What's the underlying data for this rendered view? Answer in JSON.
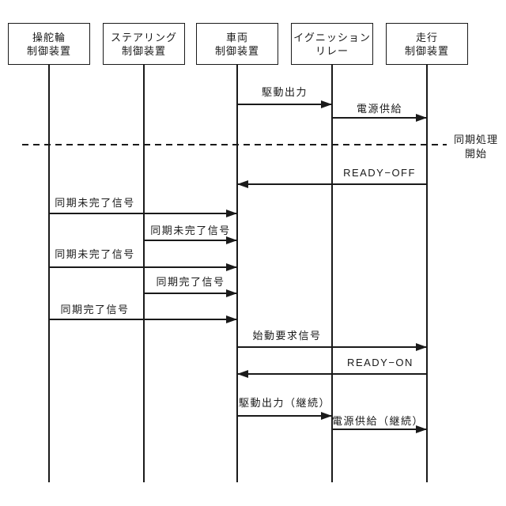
{
  "diagram": {
    "type": "sequence-diagram",
    "background_color": "#ffffff",
    "line_color": "#1a1a1a",
    "actors": [
      {
        "id": "steering-wheel-control-unit",
        "line1": "操舵輪",
        "line2": "制御装置"
      },
      {
        "id": "steering-control-unit",
        "line1": "ステアリング",
        "line2": "制御装置"
      },
      {
        "id": "vehicle-control-unit",
        "line1": "車両",
        "line2": "制御装置"
      },
      {
        "id": "ignition-relay",
        "line1": "イグニッション",
        "line2": "リレー"
      },
      {
        "id": "drive-control-unit",
        "line1": "走行",
        "line2": "制御装置"
      }
    ],
    "separator": {
      "line1": "同期処理",
      "line2": "開始"
    },
    "messages": [
      {
        "label": "駆動出力",
        "from": "vehicle-control-unit",
        "to": "ignition-relay"
      },
      {
        "label": "電源供給",
        "from": "ignition-relay",
        "to": "drive-control-unit"
      },
      {
        "label": "READY−OFF",
        "from": "drive-control-unit",
        "to": "vehicle-control-unit"
      },
      {
        "label": "同期未完了信号",
        "from": "steering-wheel-control-unit",
        "to": "vehicle-control-unit"
      },
      {
        "label": "同期未完了信号",
        "from": "steering-control-unit",
        "to": "vehicle-control-unit"
      },
      {
        "label": "同期未完了信号",
        "from": "steering-wheel-control-unit",
        "to": "vehicle-control-unit"
      },
      {
        "label": "同期完了信号",
        "from": "steering-control-unit",
        "to": "vehicle-control-unit"
      },
      {
        "label": "同期完了信号",
        "from": "steering-wheel-control-unit",
        "to": "vehicle-control-unit"
      },
      {
        "label": "始動要求信号",
        "from": "vehicle-control-unit",
        "to": "drive-control-unit"
      },
      {
        "label": "READY−ON",
        "from": "drive-control-unit",
        "to": "vehicle-control-unit"
      },
      {
        "label": "駆動出力（継続）",
        "from": "vehicle-control-unit",
        "to": "ignition-relay"
      },
      {
        "label": "電源供給（継続）",
        "from": "ignition-relay",
        "to": "drive-control-unit"
      }
    ]
  }
}
